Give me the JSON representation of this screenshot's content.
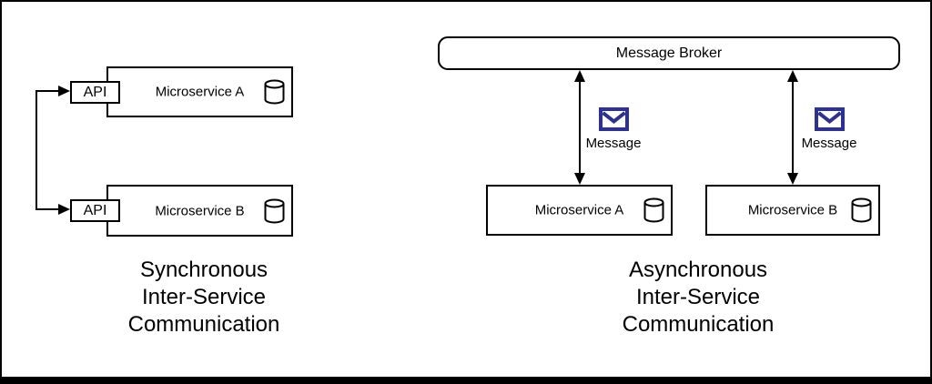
{
  "sync_panel": {
    "caption": "Synchronous\nInter-Service\nCommunication",
    "api_label": "API",
    "services": [
      {
        "name": "Microservice A"
      },
      {
        "name": "Microservice B"
      }
    ]
  },
  "async_panel": {
    "caption": "Asynchronous\nInter-Service\nCommunication",
    "broker_label": "Message Broker",
    "messages": [
      {
        "label": "Message"
      },
      {
        "label": "Message"
      }
    ],
    "services": [
      {
        "name": "Microservice A"
      },
      {
        "name": "Microservice B"
      }
    ]
  },
  "colors": {
    "background": "#ffffff",
    "stroke": "#000000",
    "frame": "#000000",
    "envelope": "#2d3192"
  }
}
